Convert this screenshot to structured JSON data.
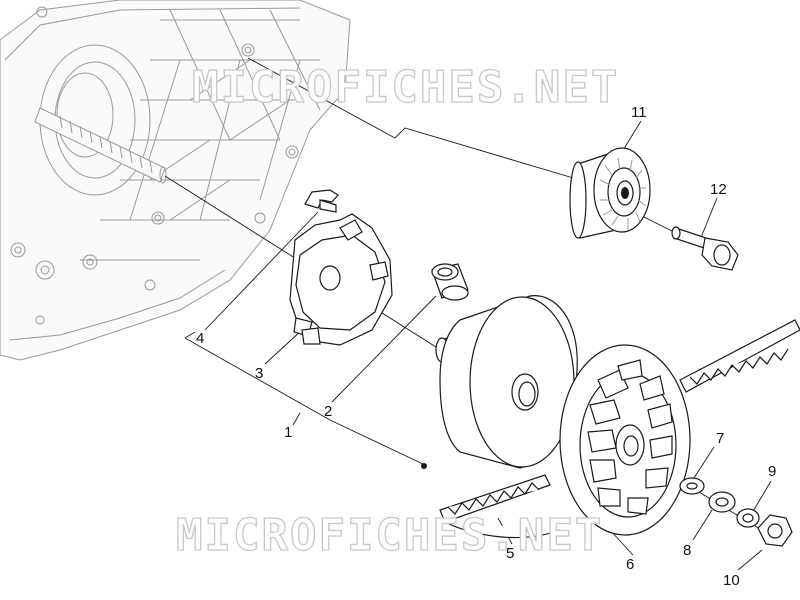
{
  "watermark": {
    "text": "MICROFICHES.NET"
  },
  "callouts": [
    {
      "id": "1",
      "label": "1"
    },
    {
      "id": "2",
      "label": "2"
    },
    {
      "id": "3",
      "label": "3"
    },
    {
      "id": "4",
      "label": "4"
    },
    {
      "id": "5",
      "label": "5"
    },
    {
      "id": "6",
      "label": "6"
    },
    {
      "id": "7",
      "label": "7"
    },
    {
      "id": "8",
      "label": "8"
    },
    {
      "id": "9",
      "label": "9"
    },
    {
      "id": "10",
      "label": "10"
    },
    {
      "id": "11",
      "label": "11"
    },
    {
      "id": "12",
      "label": "12"
    }
  ],
  "colors": {
    "ink": "#1a1a1a",
    "housing": "#9a9a9a",
    "watermark": "#c8c8c8",
    "background": "#ffffff"
  }
}
